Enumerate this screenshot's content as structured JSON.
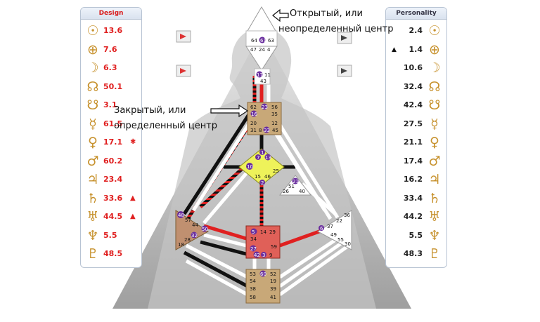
{
  "design": {
    "title": "Design",
    "rows": [
      {
        "glyph": "☉",
        "value": "13.6",
        "mark": ""
      },
      {
        "glyph": "⊕",
        "value": "7.6",
        "mark": ""
      },
      {
        "glyph": "☽",
        "value": "6.3",
        "mark": ""
      },
      {
        "glyph": "☊",
        "value": "50.1",
        "mark": ""
      },
      {
        "glyph": "☋",
        "value": "3.1",
        "mark": ""
      },
      {
        "glyph": "☿",
        "value": "61.5",
        "mark": ""
      },
      {
        "glyph": "♀",
        "value": "17.1",
        "mark": "✱"
      },
      {
        "glyph": "♂",
        "value": "60.2",
        "mark": ""
      },
      {
        "glyph": "♃",
        "value": "23.4",
        "mark": ""
      },
      {
        "glyph": "♄",
        "value": "33.6",
        "mark": "▲"
      },
      {
        "glyph": "♅",
        "value": "44.5",
        "mark": "▲"
      },
      {
        "glyph": "♆",
        "value": "5.5",
        "mark": ""
      },
      {
        "glyph": "♇",
        "value": "48.5",
        "mark": ""
      }
    ]
  },
  "personality": {
    "title": "Personality",
    "rows": [
      {
        "glyph": "☉",
        "value": "2.4",
        "mark": ""
      },
      {
        "glyph": "⊕",
        "value": "1.4",
        "mark": "▲"
      },
      {
        "glyph": "☽",
        "value": "10.6",
        "mark": ""
      },
      {
        "glyph": "☊",
        "value": "32.4",
        "mark": ""
      },
      {
        "glyph": "☋",
        "value": "42.4",
        "mark": ""
      },
      {
        "glyph": "☿",
        "value": "27.5",
        "mark": ""
      },
      {
        "glyph": "♀",
        "value": "21.1",
        "mark": ""
      },
      {
        "glyph": "♂",
        "value": "17.4",
        "mark": ""
      },
      {
        "glyph": "♃",
        "value": "16.2",
        "mark": ""
      },
      {
        "glyph": "♄",
        "value": "33.4",
        "mark": ""
      },
      {
        "glyph": "♅",
        "value": "44.2",
        "mark": ""
      },
      {
        "glyph": "♆",
        "value": "5.5",
        "mark": ""
      },
      {
        "glyph": "♇",
        "value": "48.3",
        "mark": ""
      }
    ]
  },
  "annotations": {
    "open_center": [
      "Открытый, или",
      "неопределенный центр"
    ],
    "defined_center": [
      "Закрытый, или",
      "определенный центр"
    ]
  },
  "colors": {
    "design_red": "#e02020",
    "body_gray": "#a8a8a8",
    "head_tan": "#c8a878",
    "ajna_tan": "#c8a878",
    "g_yellow": "#eef25a",
    "sacral_red": "#e06058",
    "spleen_tan": "#c09070",
    "gate_purple": "#6a2f9e"
  },
  "gates": {
    "head": [
      "64",
      "61",
      "63"
    ],
    "ajna": [
      "47",
      "24",
      "4"
    ],
    "ajna_bottom": [
      "17",
      "11",
      "43"
    ],
    "throat": [
      "62",
      "23",
      "56",
      "16",
      "35",
      "20",
      "12",
      "31",
      "8",
      "33",
      "45"
    ],
    "g_center": [
      "1",
      "7",
      "13",
      "10",
      "15",
      "46",
      "25",
      "2"
    ],
    "heart": [
      "21",
      "51",
      "26",
      "40"
    ],
    "spleen": [
      "48",
      "57",
      "44",
      "50",
      "32",
      "28",
      "18"
    ],
    "sacral": [
      "5",
      "14",
      "29",
      "34",
      "27",
      "59",
      "42",
      "3",
      "9"
    ],
    "solar": [
      "6",
      "37",
      "36",
      "22",
      "49",
      "55",
      "30"
    ],
    "root": [
      "53",
      "60",
      "52",
      "54",
      "19",
      "38",
      "39",
      "58",
      "41"
    ]
  }
}
